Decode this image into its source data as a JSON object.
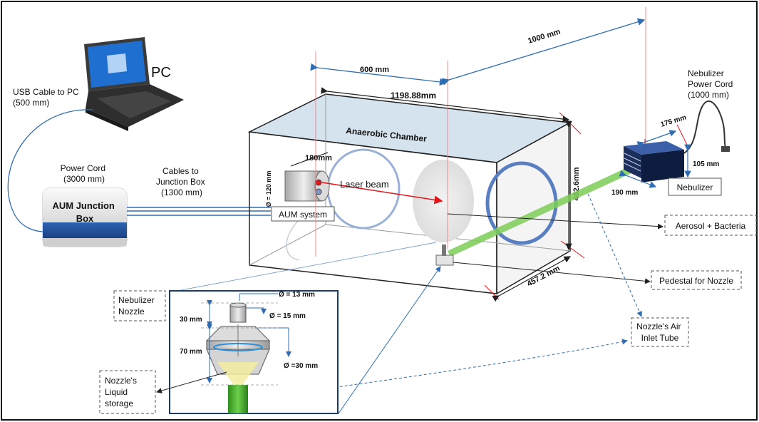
{
  "labels": {
    "pc": "PC",
    "usb_cable": [
      "USB Cable to PC",
      "(500 mm)"
    ],
    "power_cord": [
      "Power Cord",
      "(3000 mm)"
    ],
    "junction_box": [
      "AUM Junction",
      "Box"
    ],
    "cables_to_jb": [
      "Cables to",
      "Junction Box",
      "(1300 mm)"
    ],
    "aum_system": "AUM system",
    "chamber": "Anaerobic Chamber",
    "laser_beam": "Laser beam",
    "nebulizer": "Nebulizer",
    "nebulizer_power": [
      "Nebulizer",
      "Power Cord",
      "(1000 mm)"
    ],
    "aerosol": "Aerosol + Bacteria",
    "pedestal": "Pedestal for Nozzle",
    "air_inlet": [
      "Nozzle's Air",
      "Inlet Tube"
    ],
    "nebulizer_nozzle": [
      "Nebulizer",
      "Nozzle"
    ],
    "liquid_storage": [
      "Nozzle's",
      "Liquid",
      "storage"
    ]
  },
  "dimensions": {
    "d1000": "1000 mm",
    "d600": "600 mm",
    "d1198": "1198.88mm",
    "d482": "482.6mm",
    "d457": "457.2 mm",
    "d180": "180mm",
    "d120": "Ø = 120 mm",
    "d175": "175 mm",
    "d105": "105 mm",
    "d190": "190 mm",
    "n13": "Ø = 13 mm",
    "n15": "Ø = 15 mm",
    "n30": "30  mm",
    "n70": "70 mm",
    "n30d": "Ø =30 mm"
  },
  "colors": {
    "dimension": "#2e6db4",
    "chamber_edge": "#222222",
    "laser": "#e0161b",
    "green_beam": "#5cb83a",
    "ring": "#5a7fc0"
  }
}
